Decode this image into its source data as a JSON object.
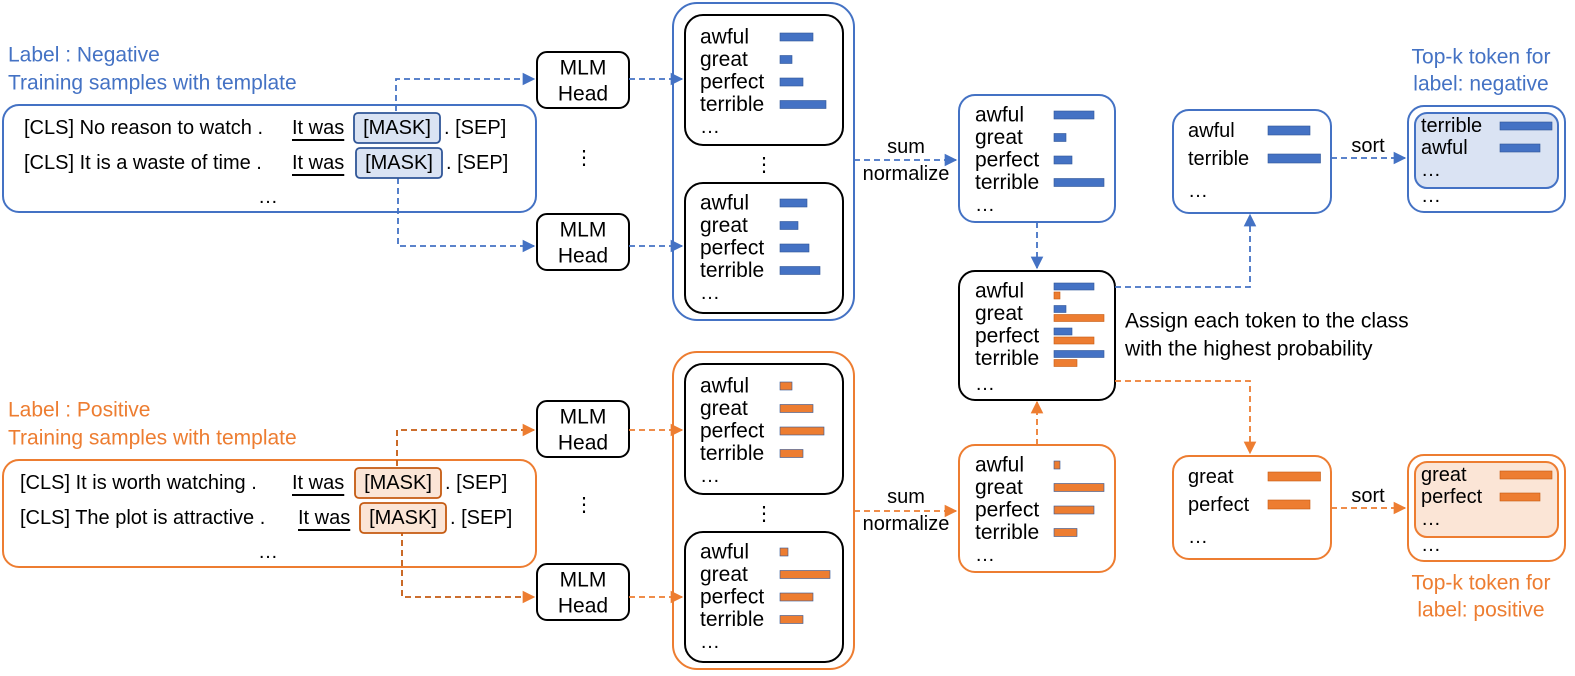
{
  "colors": {
    "blue": "#4472C4",
    "orange": "#ED7D31",
    "black": "#000000",
    "blue_fill": "#DAE3F3",
    "orange_fill": "#FBE5D6"
  },
  "negative": {
    "label": "Label : Negative",
    "subtitle": "Training samples with template",
    "samples": [
      {
        "prefix": "[CLS] No reason to watch . ",
        "template": "It was",
        "mask": "[MASK]",
        "suffix": ". [SEP]"
      },
      {
        "prefix": "[CLS] It is a waste of time . ",
        "template": "It was",
        "mask": "[MASK]",
        "suffix": ". [SEP]"
      }
    ],
    "more": "…",
    "mlm_heads": [
      "MLM\nHead",
      "MLM\nHead"
    ],
    "dist_top": {
      "tokens": [
        "awful",
        "great",
        "perfect",
        "terrible"
      ],
      "values": [
        0.33,
        0.12,
        0.23,
        0.46
      ],
      "more": "…"
    },
    "dist_bottom": {
      "tokens": [
        "awful",
        "great",
        "perfect",
        "terrible"
      ],
      "values": [
        0.27,
        0.18,
        0.29,
        0.4
      ],
      "more": "…"
    },
    "vdots": "⋮",
    "sum_label": "sum",
    "normalize_label": "normalize",
    "aggregated": {
      "tokens": [
        "awful",
        "great",
        "perfect",
        "terrible"
      ],
      "values": [
        0.4,
        0.12,
        0.18,
        0.5
      ],
      "more": "…"
    },
    "assigned": {
      "tokens": [
        "awful",
        "terrible"
      ],
      "values": [
        0.4,
        0.5
      ],
      "more": "…"
    },
    "sort_label": "sort",
    "topk_title": "Top-k token for\nlabel: negative",
    "topk": {
      "tokens": [
        "terrible",
        "awful"
      ],
      "values": [
        0.52,
        0.4
      ],
      "more": "…",
      "more_outer": "…"
    }
  },
  "positive": {
    "label": "Label : Positive",
    "subtitle": "Training samples with template",
    "samples": [
      {
        "prefix": "[CLS] It is worth watching . ",
        "template": "It was",
        "mask": "[MASK]",
        "suffix": ". [SEP]"
      },
      {
        "prefix": "[CLS] The plot is attractive . ",
        "template": "It was",
        "mask": "[MASK]",
        "suffix": ". [SEP]"
      }
    ],
    "more": "…",
    "mlm_heads": [
      "MLM\nHead",
      "MLM\nHead"
    ],
    "dist_top": {
      "tokens": [
        "awful",
        "great",
        "perfect",
        "terrible"
      ],
      "values": [
        0.12,
        0.33,
        0.44,
        0.23
      ],
      "more": "…"
    },
    "dist_bottom": {
      "tokens": [
        "awful",
        "great",
        "perfect",
        "terrible"
      ],
      "values": [
        0.08,
        0.5,
        0.33,
        0.23
      ],
      "more": "…"
    },
    "vdots": "⋮",
    "sum_label": "sum",
    "normalize_label": "normalize",
    "aggregated": {
      "tokens": [
        "awful",
        "great",
        "perfect",
        "terrible"
      ],
      "values": [
        0.06,
        0.5,
        0.4,
        0.23
      ],
      "more": "…"
    },
    "assigned": {
      "tokens": [
        "great",
        "perfect"
      ],
      "values": [
        0.5,
        0.4
      ],
      "more": "…"
    },
    "sort_label": "sort",
    "topk_title": "Top-k token for\nlabel: positive",
    "topk": {
      "tokens": [
        "great",
        "perfect"
      ],
      "values": [
        0.52,
        0.4
      ],
      "more": "…",
      "more_outer": "…"
    }
  },
  "compare": {
    "tokens": [
      "awful",
      "great",
      "perfect",
      "terrible"
    ],
    "negative_values": [
      0.4,
      0.12,
      0.18,
      0.5
    ],
    "positive_values": [
      0.06,
      0.5,
      0.4,
      0.23
    ],
    "more": "…",
    "caption": "Assign each token to the class\nwith the highest probability"
  }
}
